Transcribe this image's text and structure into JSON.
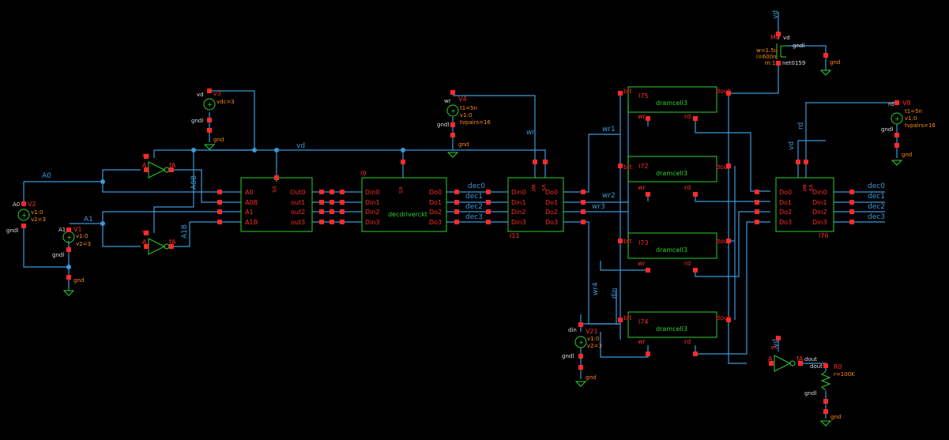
{
  "colors": {
    "background": "#000000",
    "wire": "#3a9ad9",
    "symbol": "#2ed12e",
    "pin": "#ff2a2a",
    "param": "#ff8a1a",
    "label": "#dddddd"
  },
  "nets": {
    "a0": "A0",
    "a1": "A1",
    "a0b": "A0B",
    "a1b": "A1B",
    "vd": "vd",
    "wr": "wr",
    "rd": "rd",
    "din": "din",
    "dout": "dout",
    "wr1": "wr1",
    "wr2": "wr2",
    "wr3": "wr3",
    "wr4": "wr4",
    "dec": [
      "dec0",
      "dec1",
      "dec2",
      "dec3"
    ],
    "dec_out": [
      "dec0",
      "dec1",
      "dec2",
      "dec3"
    ],
    "gndl": "gndl",
    "gnd": "gnd",
    "net159": "net0159"
  },
  "sources": {
    "v3": {
      "name": "v3",
      "net": "vd",
      "param": "vdc=3"
    },
    "v2": {
      "name": "V2",
      "net": "A0",
      "p1": "v1:0",
      "p2": "v2=3"
    },
    "v1": {
      "name": "V1",
      "net": "A1",
      "p1": "v1:0",
      "p2": "v2=3"
    },
    "v4": {
      "name": "V4",
      "net": "wr",
      "p1": "t1=5n",
      "p2": "v1:0",
      "p3": "tvpairs=16"
    },
    "v8": {
      "name": "V8",
      "net": "rd",
      "p1": "t1=5n",
      "p2": "v1:0",
      "p3": "tvpairs=16"
    },
    "v21": {
      "name": "V21",
      "net": "din",
      "p1": "v1:0",
      "p2": "v2=3"
    }
  },
  "mosfet": {
    "name": "M0",
    "p1": "w=1.5u",
    "p2": "l=600n",
    "p3": "m:1"
  },
  "resistor": {
    "name": "R0",
    "param": "r=100K"
  },
  "decoder": {
    "pins_in": [
      "A0",
      "A0B",
      "A1",
      "A1B"
    ],
    "pins_out": [
      "Out0",
      "out1",
      "out2",
      "out3"
    ],
    "supply": "vs"
  },
  "driver": {
    "instance": "I9",
    "cell": "decdriverckt",
    "pins_in": [
      "Din0",
      "Din1",
      "Din2",
      "Din3"
    ],
    "pins_out": [
      "Do0",
      "Do1",
      "Do2",
      "Do3"
    ],
    "supply": "vs"
  },
  "wdriver": {
    "instance": "I11",
    "pins_in": [
      "Din0",
      "Din1",
      "Din2",
      "Din3"
    ],
    "pins_out": [
      "Do0",
      "Do1",
      "Do2",
      "Do3"
    ],
    "ctrl": [
      "wr",
      "vs"
    ]
  },
  "rdriver": {
    "instance": "I76",
    "pins_in": [
      "Do0",
      "Do1",
      "Do2",
      "Do3"
    ],
    "pins_out": [
      "Din0",
      "Din1",
      "Din2",
      "Din3"
    ],
    "ctrl": [
      "wr",
      "vs"
    ]
  },
  "cells": [
    {
      "id": "I75",
      "cell": "dramcell3",
      "bit": "bit",
      "dout": "dout",
      "wr": "wr",
      "rd": "rd"
    },
    {
      "id": "I72",
      "cell": "dramcell3",
      "bit": "bit",
      "dout": "dout",
      "wr": "wr",
      "rd": "rd"
    },
    {
      "id": "I73",
      "cell": "dramcell3",
      "bit": "bit",
      "dout": "dout",
      "wr": "wr",
      "rd": "rd"
    },
    {
      "id": "I74",
      "cell": "dramcell3",
      "bit": "bit",
      "dout": "dout",
      "wr": "wr",
      "rd": "rd"
    }
  ],
  "inverter_pins": {
    "in": "A",
    "out": "fA",
    "sup": "vs"
  },
  "m0_pins": {
    "vd": "vd",
    "gnd": "gndl"
  }
}
